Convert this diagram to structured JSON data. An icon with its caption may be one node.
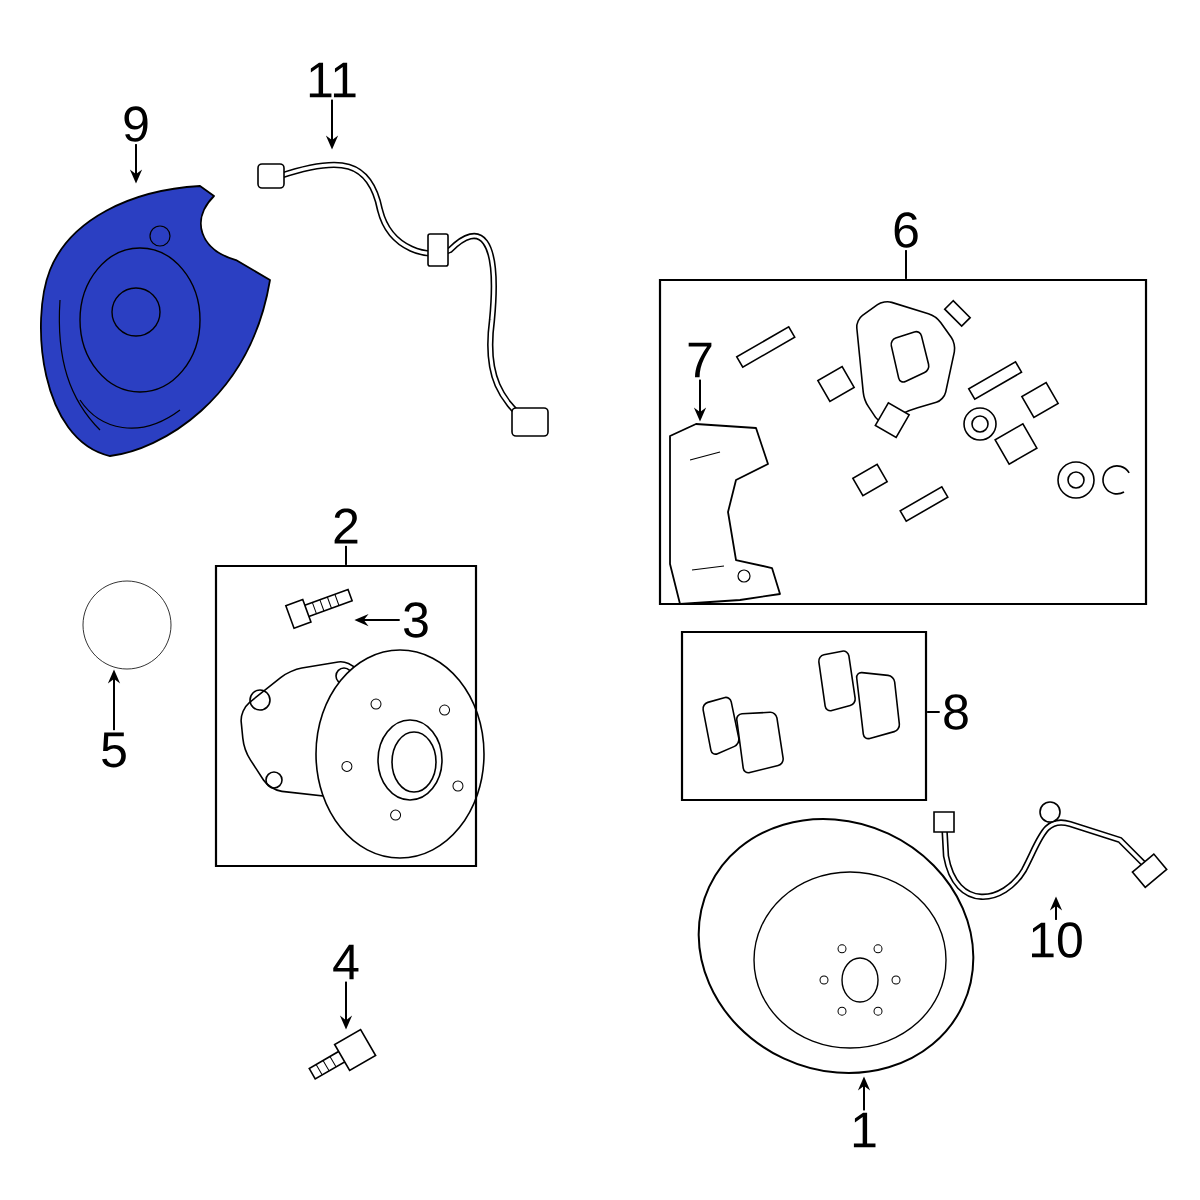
{
  "diagram": {
    "nodes": [
      {
        "text": [
          "9"
        ]
      },
      {
        "text": [
          "11"
        ]
      },
      {
        "text": [],
        "shape": "picture"
      },
      {
        "text": [],
        "shape": "picture"
      },
      {
        "text": [
          "6"
        ]
      },
      {
        "text": [],
        "shape": "box"
      },
      {
        "text": [
          "7"
        ],
        "in": 5
      },
      {
        "text": [],
        "shape": "picture",
        "in": 5
      },
      {
        "text": [
          "2"
        ]
      },
      {
        "text": [],
        "shape": "box"
      },
      {
        "text": [],
        "shape": "picture",
        "in": 9
      },
      {
        "text": [
          "3"
        ],
        "in": 9
      },
      {
        "text": [
          "5"
        ]
      },
      {
        "text": [],
        "shape": "circle"
      },
      {
        "text": [],
        "shape": "box"
      },
      {
        "text": [
          "8"
        ]
      },
      {
        "text": [
          "4"
        ]
      },
      {
        "text": [],
        "shape": "picture"
      },
      {
        "text": [],
        "shape": "picture"
      },
      {
        "text": [],
        "shape": "picture"
      },
      {
        "text": [
          "10"
        ]
      },
      {
        "text": [
          "1"
        ]
      }
    ],
    "edges": [
      {
        "from": 0,
        "to": 2,
        "arrow": "to"
      },
      {
        "from": 1,
        "to": 3,
        "arrow": "to"
      },
      {
        "from": 4,
        "to": 5,
        "arrow": "none"
      },
      {
        "from": 6,
        "to": 7,
        "arrow": "to"
      },
      {
        "from": 8,
        "to": 9,
        "arrow": "none"
      },
      {
        "from": 11,
        "to": 10,
        "arrow": "to"
      },
      {
        "from": 12,
        "to": 13,
        "arrow": "to"
      },
      {
        "from": 15,
        "to": 14,
        "arrow": "none"
      },
      {
        "from": 16,
        "to": 17,
        "arrow": "to"
      },
      {
        "from": 20,
        "to": 19,
        "arrow": "to"
      },
      {
        "from": 21,
        "to": 18,
        "arrow": "to"
      }
    ]
  }
}
